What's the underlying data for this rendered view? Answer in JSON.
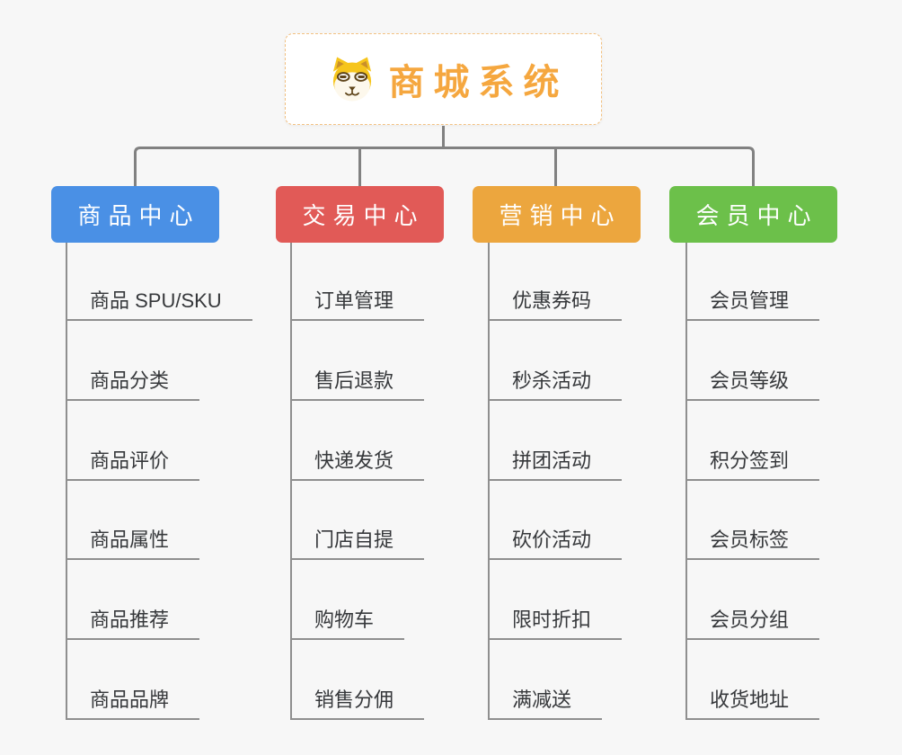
{
  "root": {
    "title": "商城系统",
    "icon": "dog-face-icon"
  },
  "branches": [
    {
      "label": "商品中心",
      "color": "#4a90e5",
      "items": [
        "商品 SPU/SKU",
        "商品分类",
        "商品评价",
        "商品属性",
        "商品推荐",
        "商品品牌"
      ]
    },
    {
      "label": "交易中心",
      "color": "#e15a57",
      "items": [
        "订单管理",
        "售后退款",
        "快递发货",
        "门店自提",
        "购物车",
        "销售分佣"
      ]
    },
    {
      "label": "营销中心",
      "color": "#eca63e",
      "items": [
        "优惠券码",
        "秒杀活动",
        "拼团活动",
        "砍价活动",
        "限时折扣",
        "满减送"
      ]
    },
    {
      "label": "会员中心",
      "color": "#6cc04a",
      "items": [
        "会员管理",
        "会员等级",
        "积分签到",
        "会员标签",
        "会员分组",
        "收货地址"
      ]
    }
  ],
  "colors": {
    "canvas_bg": "#f7f7f7",
    "title_text": "#f5a73f",
    "root_border": "#f2c182",
    "connector": "#818181",
    "leaf_line": "#8f8f8f",
    "leaf_text": "#36383b"
  }
}
